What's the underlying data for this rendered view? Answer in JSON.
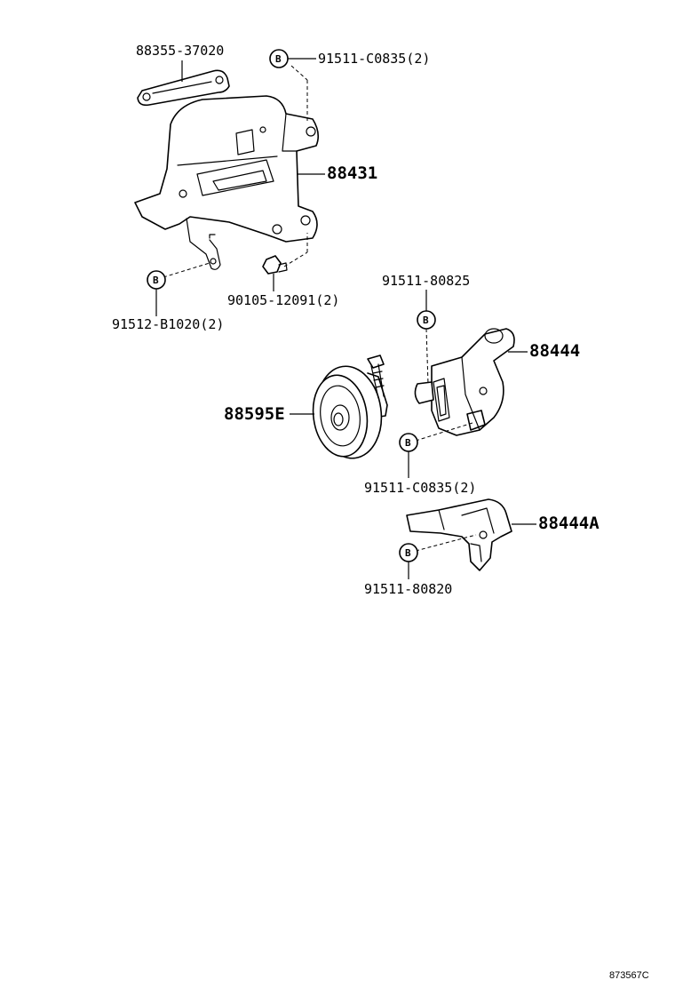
{
  "diagram": {
    "callouts": {
      "link_rod": "88355-37020",
      "bolt_top": "91511-C0835(2)",
      "bracket_main": "88431",
      "bolt_left": "91512-B1020(2)",
      "stud_bolt": "90105-12091(2)",
      "bolt_mid": "91511-80825",
      "bracket_adjust": "88444",
      "idler_pulley": "88595E",
      "bolt_lower": "91511-C0835(2)",
      "bracket_small": "88444A",
      "bolt_bottom": "91511-80820"
    },
    "marker_letter": "B",
    "figure_code": "873567C"
  }
}
